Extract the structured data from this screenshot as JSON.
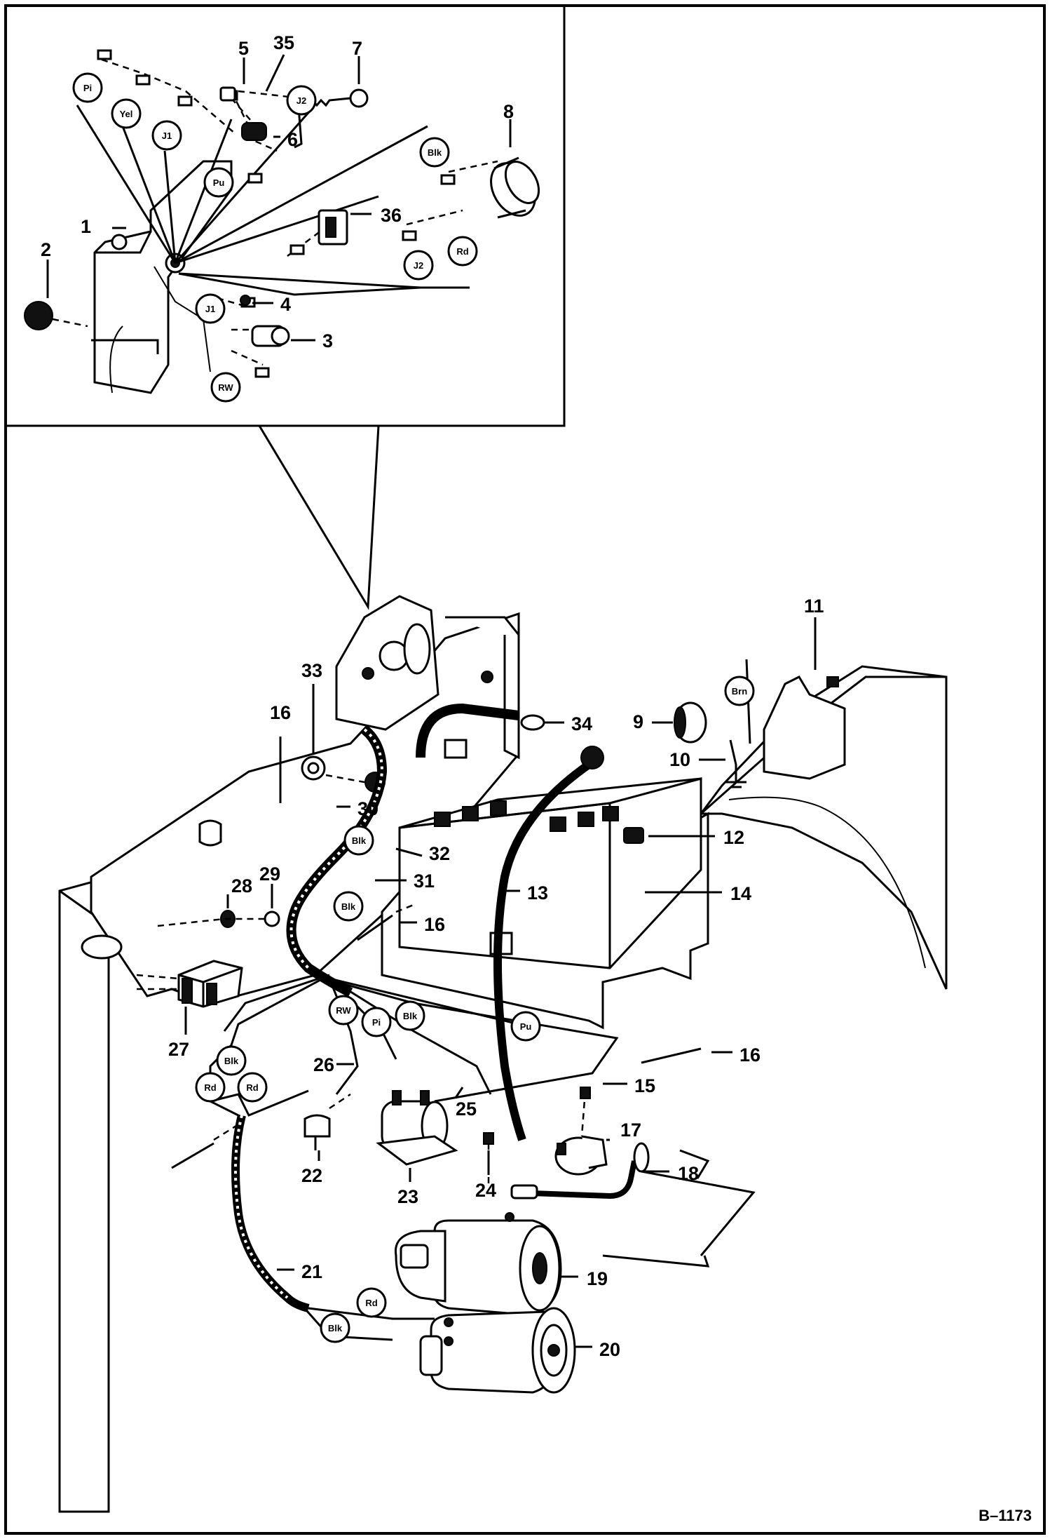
{
  "diagram": {
    "reference": "B–1173",
    "callouts": {
      "c1": "1",
      "c2": "2",
      "c3": "3",
      "c4": "4",
      "c5": "5",
      "c6": "6",
      "c7": "7",
      "c8": "8",
      "c9": "9",
      "c10": "10",
      "c11": "11",
      "c12": "12",
      "c13": "13",
      "c14": "14",
      "c15": "15",
      "c16a": "16",
      "c16b": "16",
      "c16c": "16",
      "c17": "17",
      "c18": "18",
      "c19": "19",
      "c20": "20",
      "c21": "21",
      "c22": "22",
      "c23": "23",
      "c24": "24",
      "c25": "25",
      "c26": "26",
      "c27": "27",
      "c28": "28",
      "c29": "29",
      "c30": "30",
      "c31": "31",
      "c32": "32",
      "c33": "33",
      "c34": "34",
      "c35": "35",
      "c36": "36"
    },
    "wire_tags": {
      "pi_top": "Pi",
      "yel": "Yel",
      "j1_top": "J1",
      "j2_top": "J2",
      "pu_top": "Pu",
      "blk_top": "Blk",
      "j2_mid": "J2",
      "rd_top": "Rd",
      "j1_mid": "J1",
      "rw_top": "RW",
      "brn": "Brn",
      "blk_31": "Blk",
      "blk_32": "Blk",
      "rw_harness": "RW",
      "pi_harness": "Pi",
      "blk_harness": "Blk",
      "pu_harness": "Pu",
      "blk_27": "Blk",
      "rd_27a": "Rd",
      "rd_27b": "Rd",
      "rd_21": "Rd",
      "blk_21": "Blk"
    }
  }
}
